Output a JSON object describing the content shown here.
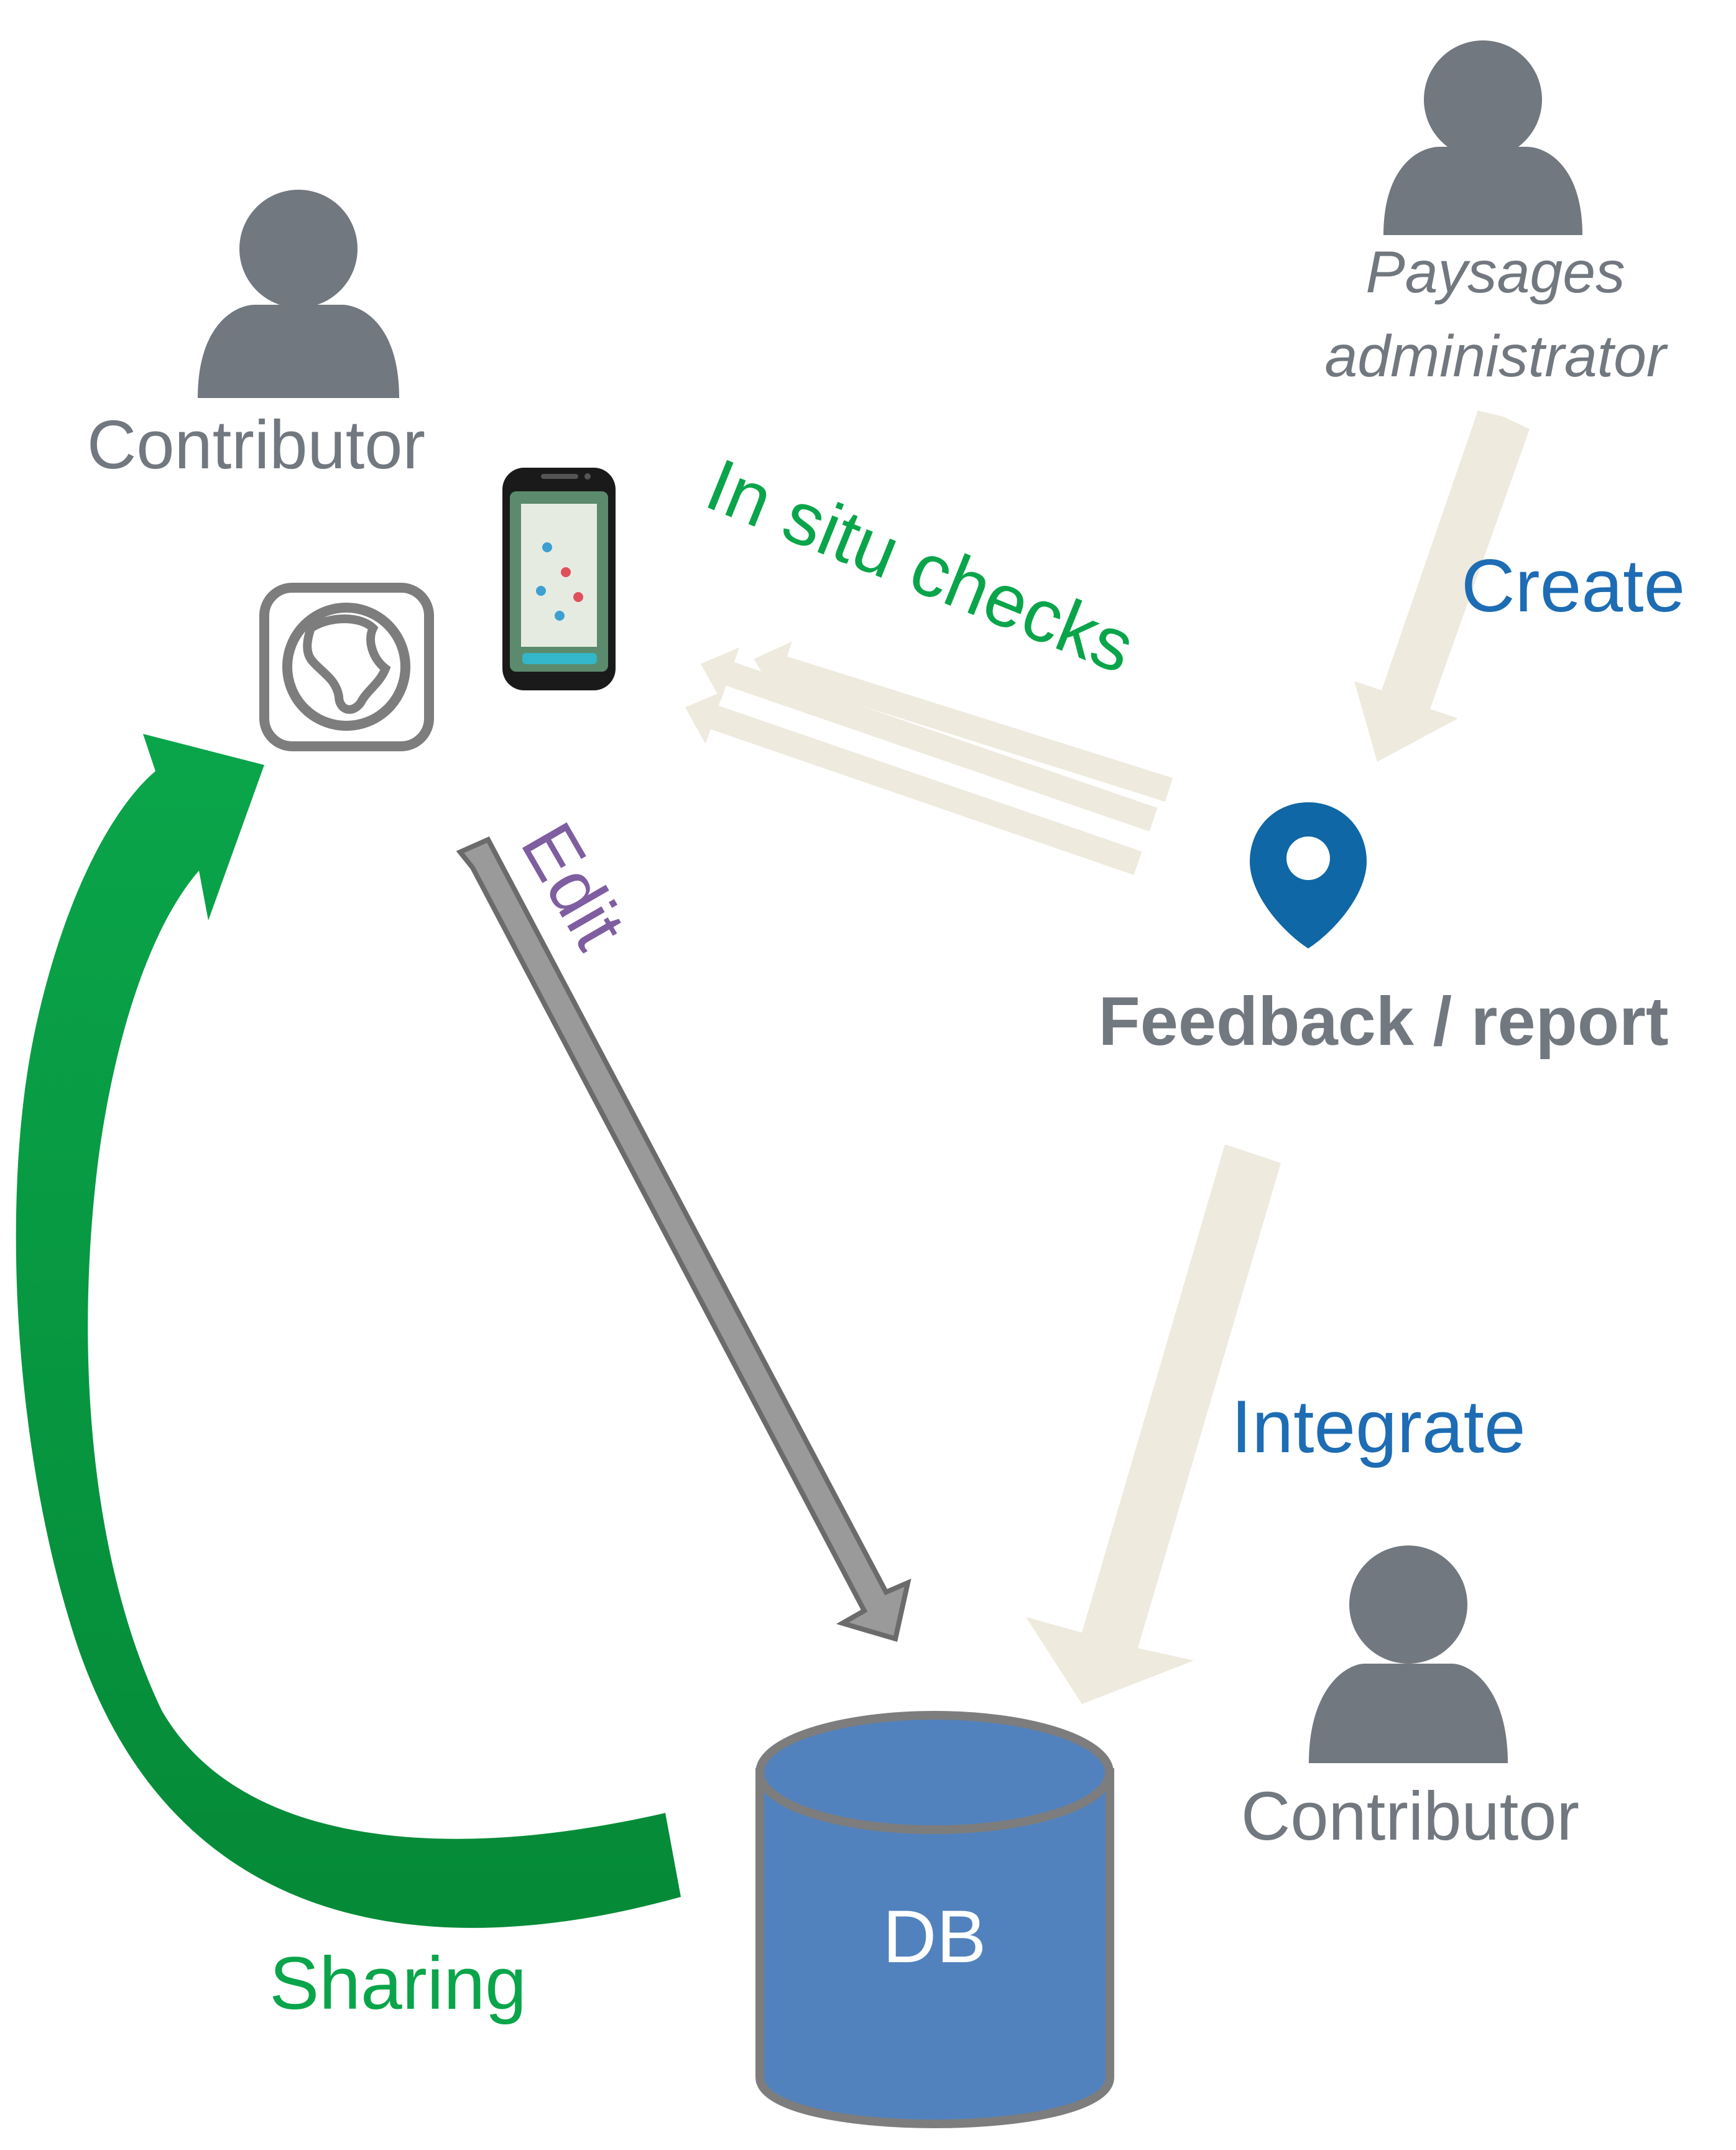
{
  "colors": {
    "person": "#72787f",
    "label_gray": "#72787f",
    "blue_label": "#1d6cb4",
    "green": "#0aa54a",
    "green_dark": "#058a37",
    "purple": "#7e5ea0",
    "beige_arrow": "#eeeade",
    "gray_arrow": "#8c8c8c",
    "pin": "#0f67a6",
    "db_fill": "#5282bd",
    "db_stroke": "#7d7d7d",
    "white": "#ffffff"
  },
  "actors": {
    "contributor_top": {
      "label": "Contributor",
      "icon": "person-icon"
    },
    "admin": {
      "label_line1": "Paysages",
      "label_line2": "administrator",
      "icon": "person-icon"
    },
    "contributor_bottom": {
      "label": "Contributor",
      "icon": "person-icon"
    }
  },
  "tools": {
    "web_app_icon": "globe-africa-icon",
    "mobile_app_icon": "smartphone-map-icon"
  },
  "arrows": {
    "in_situ_checks": "In situ checks",
    "create": "Create",
    "edit": "Edit",
    "integrate": "Integrate",
    "sharing": "Sharing"
  },
  "feedback": {
    "label": "Feedback / report",
    "icon": "map-pin-icon"
  },
  "database": {
    "label": "DB"
  }
}
